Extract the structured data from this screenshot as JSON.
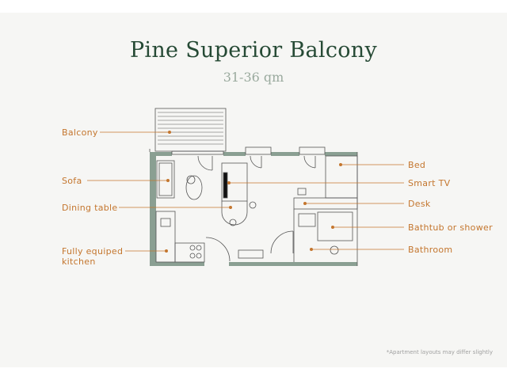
{
  "title": "Pine Superior Balcony",
  "subtitle": "31-36 qm",
  "labels": {
    "left": [
      "Balcony",
      "Sofa",
      "Dining table",
      "Fully equiped\nkitchen"
    ],
    "right": [
      "Bed",
      "Smart TV",
      "Desk",
      "Bathtub or shower",
      "Bathroom"
    ]
  },
  "footnote": "*Apartment layouts may differ slightly",
  "colors": {
    "title": "#264a35",
    "subtitle": "#9aaa9e",
    "label": "#c4762e",
    "wall": "#8a9f92",
    "line": "#555555",
    "background": "#f6f6f4"
  }
}
